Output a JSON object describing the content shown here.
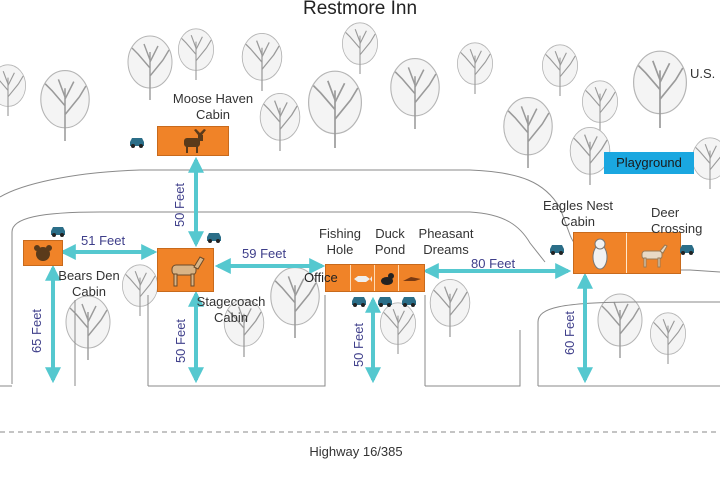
{
  "map": {
    "title": "Restmore Inn",
    "road": "Highway 16/385",
    "edge_label": "U.S.",
    "locations": {
      "moose": "Moose Haven Cabin",
      "bears": "Bears Den Cabin",
      "stagecoach": "Stagecoach Cabin",
      "fishing": "Fishing Hole",
      "duck": "Duck Pond",
      "pheasant": "Pheasant Dreams",
      "office": "Office",
      "eagles": "Eagles Nest Cabin",
      "deer": "Deer Crossing Cabin",
      "playground": "Playground"
    },
    "distances": {
      "moose_stage": "50 Feet",
      "bears_stage": "51 Feet",
      "stage_office": "59 Feet",
      "office_eagles": "80 Feet",
      "bears_road": "65 Feet",
      "stage_road": "50 Feet",
      "office_road": "50 Feet",
      "eagles_road": "60 Feet"
    },
    "icons": [
      "tree-icon",
      "car-icon",
      "moose-icon",
      "bear-icon",
      "horse-icon",
      "fish-icon",
      "duck-icon",
      "pheasant-icon",
      "eagle-icon",
      "deer-icon"
    ],
    "colors": {
      "building": "#f08328",
      "arrow": "#55c8cf",
      "playground": "#1aa7e0",
      "distance_text": "#3e3e8a"
    }
  }
}
